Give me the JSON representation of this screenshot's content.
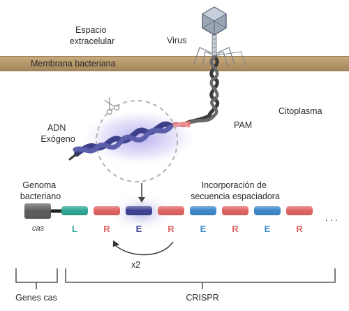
{
  "labels": {
    "extracellular": [
      "Espacio",
      "extracelular"
    ],
    "virus": "Virus",
    "membrane": "Membrana bacteriana",
    "cytoplasm": "Citoplasma",
    "pam": "PAM",
    "exogenous_dna": [
      "ADN",
      "Exógeno"
    ],
    "genome": [
      "Genoma",
      "bacteriano"
    ],
    "incorporation": [
      "Incorporación de",
      "secuencia espaciadora"
    ],
    "cas_gene": "cas",
    "repeat_count": "x2",
    "ellipsis": ". . .",
    "genes_cas": "Genes cas",
    "crispr": "CRISPR"
  },
  "array_letters": [
    "L",
    "R",
    "E",
    "R",
    "E",
    "R",
    "E",
    "R"
  ],
  "colors": {
    "membrane": "#b89a6c",
    "leader": "#2aa48f",
    "repeat": "#e06060",
    "spacer": "#3a86c8",
    "new_spacer": "#3a3d8f",
    "dna_dark": "#3a3a3a",
    "dna_exogenous": "#3d3f8a",
    "pam": "#e06a6a",
    "cas": "#555555"
  }
}
